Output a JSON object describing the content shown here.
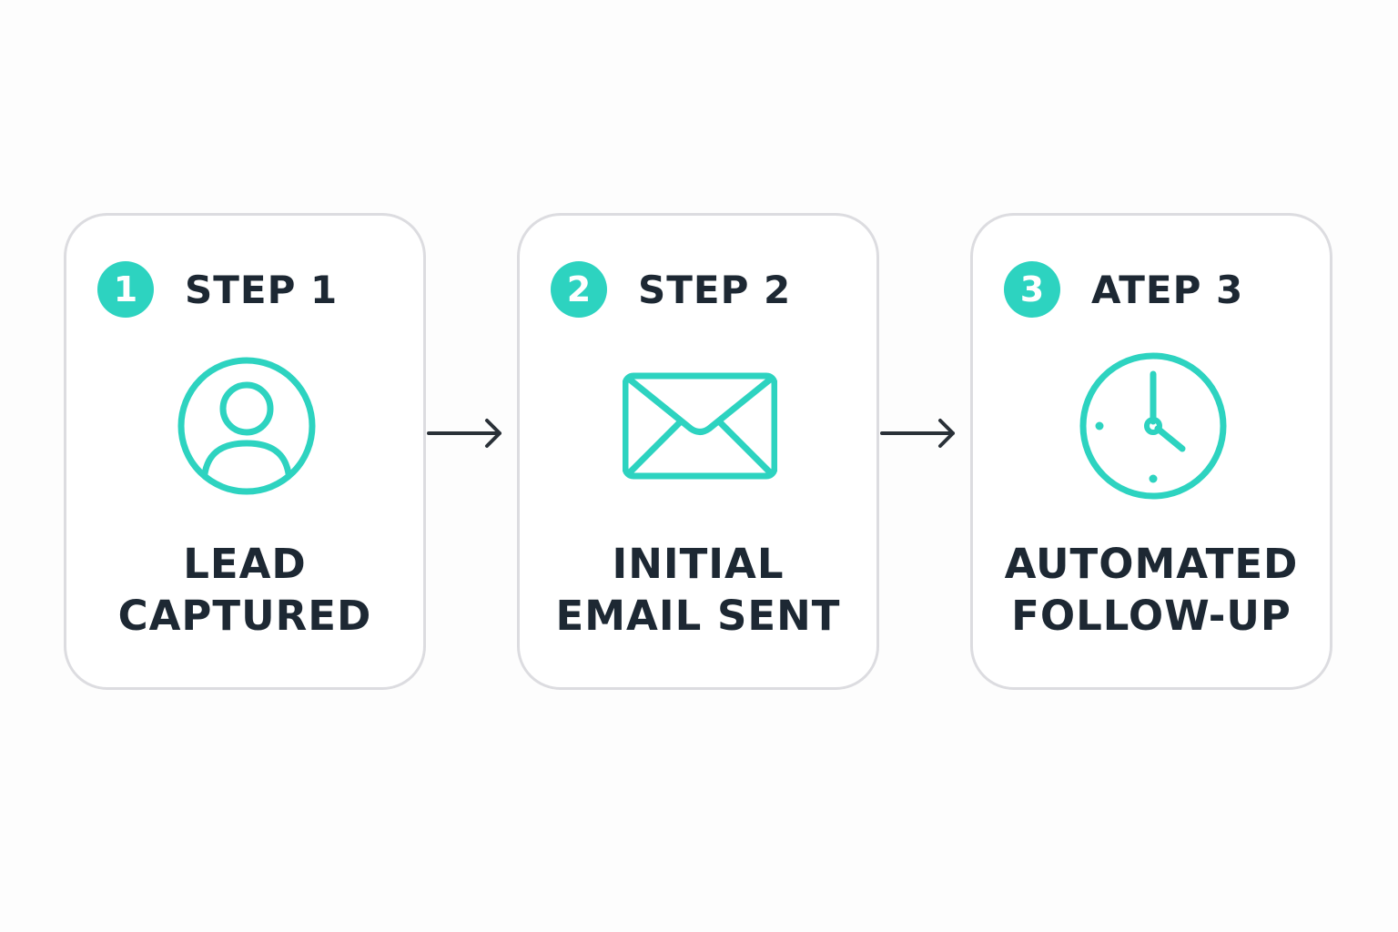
{
  "colors": {
    "accent": "#2dd3c0",
    "text": "#1d2833",
    "card_border": "#dcdce0",
    "arrow": "#2a3138"
  },
  "steps": [
    {
      "number": "1",
      "label": "STEP 1",
      "icon": "user-icon",
      "caption": [
        "LEAD",
        "CAPTURED"
      ]
    },
    {
      "number": "2",
      "label": "STEP 2",
      "icon": "envelope-icon",
      "caption": [
        "INITIAL",
        "EMAIL SENT"
      ]
    },
    {
      "number": "3",
      "label": "ATEP 3",
      "icon": "clock-icon",
      "caption": [
        "AUTOMATED",
        "FOLLOW-UP"
      ]
    }
  ],
  "connectors": [
    "arrow-right-icon",
    "arrow-right-icon"
  ]
}
